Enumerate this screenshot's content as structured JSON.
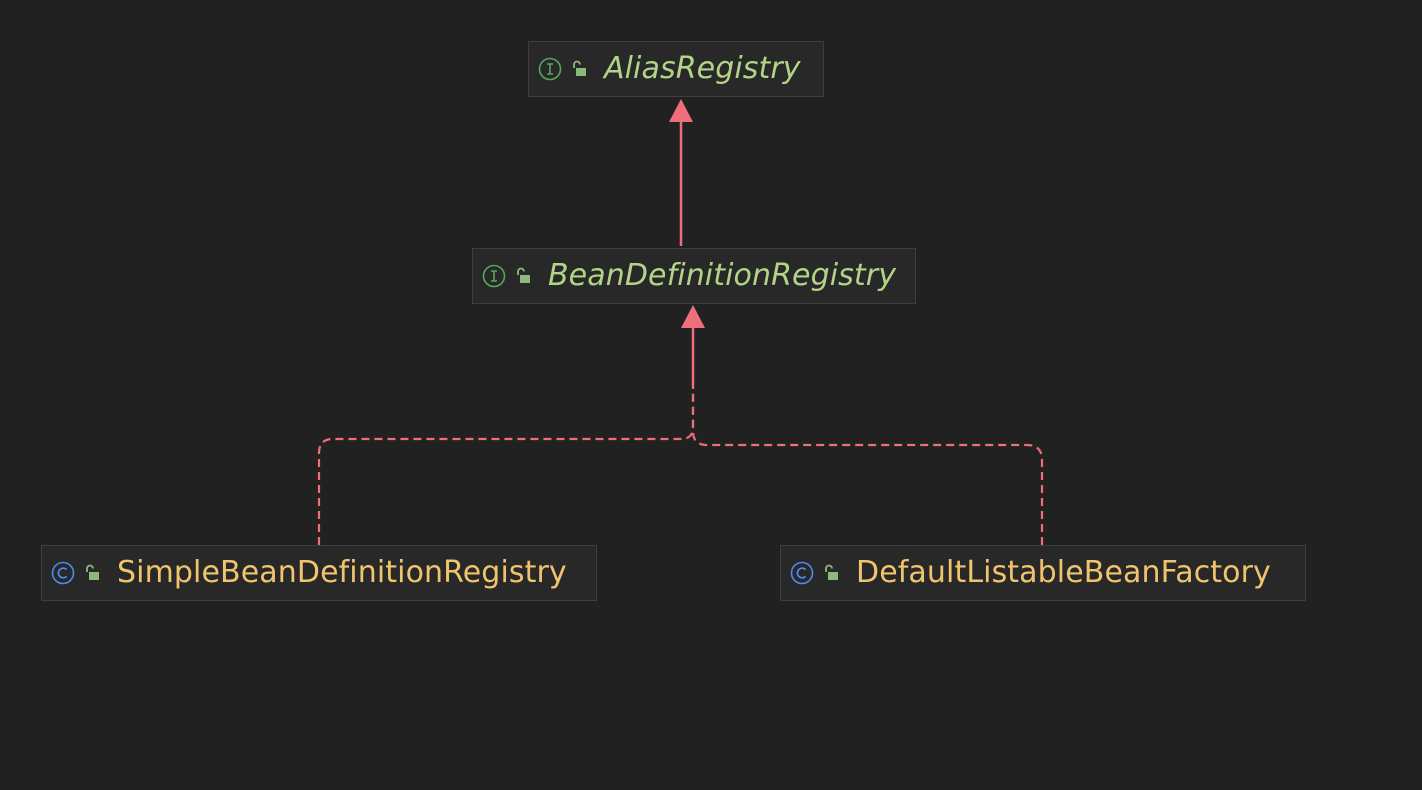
{
  "colors": {
    "background": "#212121",
    "node_fill": "#282828",
    "node_border": "#3e3e3e",
    "interface_text": "#b2d487",
    "class_text": "#f0c46c",
    "interface_icon": "#58a55c",
    "class_icon": "#4a8bf5",
    "lock_icon": "#8fb97a",
    "edge": "#ee6f7a"
  },
  "nodes": {
    "alias_registry": {
      "label": "AliasRegistry",
      "kind": "interface",
      "kind_icon": "interface-icon",
      "visibility_icon": "unlocked-lock-icon"
    },
    "bean_definition_registry": {
      "label": "BeanDefinitionRegistry",
      "kind": "interface",
      "kind_icon": "interface-icon",
      "visibility_icon": "unlocked-lock-icon"
    },
    "simple_bean_definition_registry": {
      "label": "SimpleBeanDefinitionRegistry",
      "kind": "class",
      "kind_icon": "class-icon",
      "visibility_icon": "unlocked-lock-icon"
    },
    "default_listable_bean_factory": {
      "label": "DefaultListableBeanFactory",
      "kind": "class",
      "kind_icon": "class-icon",
      "visibility_icon": "unlocked-lock-icon"
    }
  },
  "edges": [
    {
      "from": "bean_definition_registry",
      "to": "alias_registry",
      "type": "extends",
      "style": "solid"
    },
    {
      "from": "simple_bean_definition_registry",
      "to": "bean_definition_registry",
      "type": "implements",
      "style": "dashed"
    },
    {
      "from": "default_listable_bean_factory",
      "to": "bean_definition_registry",
      "type": "implements",
      "style": "dashed"
    }
  ]
}
